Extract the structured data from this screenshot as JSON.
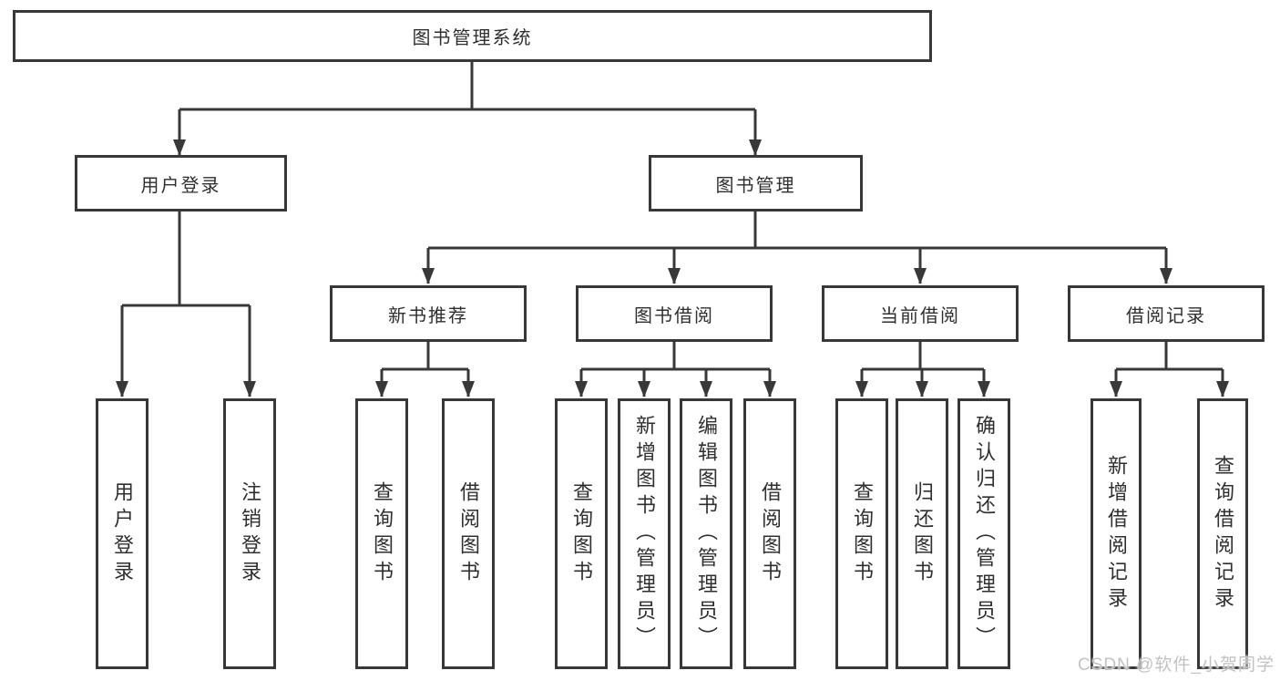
{
  "diagram": {
    "root": {
      "label": "图书管理系统"
    },
    "branches": [
      {
        "label": "用户登录",
        "children": [
          {
            "label": "用户登录"
          },
          {
            "label": "注销登录"
          }
        ]
      },
      {
        "label": "图书管理",
        "children": [
          {
            "label": "新书推荐",
            "children": [
              {
                "label": "查询图书"
              },
              {
                "label": "借阅图书"
              }
            ]
          },
          {
            "label": "图书借阅",
            "children": [
              {
                "label": "查询图书"
              },
              {
                "label": "新增图书（管理员）"
              },
              {
                "label": "编辑图书（管理员）"
              },
              {
                "label": "借阅图书"
              }
            ]
          },
          {
            "label": "当前借阅",
            "children": [
              {
                "label": "查询图书"
              },
              {
                "label": "归还图书"
              },
              {
                "label": "确认归还（管理员）"
              }
            ]
          },
          {
            "label": "借阅记录",
            "children": [
              {
                "label": "新增借阅记录"
              },
              {
                "label": "查询借阅记录"
              }
            ]
          }
        ]
      }
    ]
  },
  "colors": {
    "line": "#383838",
    "text": "#2f2f2f",
    "box_background": "#ffffff",
    "watermark_text": "#c2c2c2"
  },
  "watermark": {
    "text": "CSDN @软件_小贺同学"
  }
}
